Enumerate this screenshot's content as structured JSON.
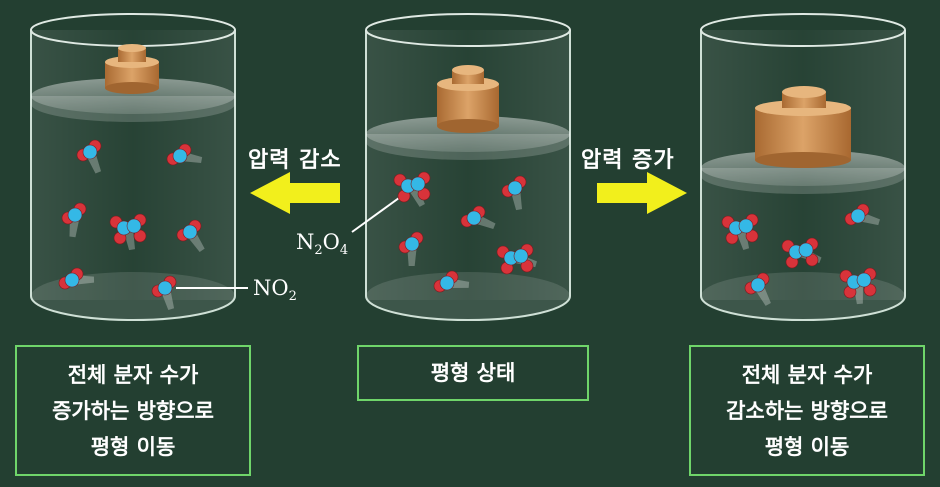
{
  "arrows": {
    "left_label": "압력 감소",
    "right_label": "압력 증가",
    "color": "#f2ef1c"
  },
  "labels": {
    "n2o4_main": "N",
    "n2o4_sub1": "2",
    "n2o4_mid": "O",
    "n2o4_sub2": "4",
    "no2_main": "NO",
    "no2_sub": "2"
  },
  "captions": {
    "left": [
      "전체 분자 수가",
      "증가하는 방향으로",
      "평형 이동"
    ],
    "center": [
      "평형 상태"
    ],
    "right": [
      "전체 분자 수가",
      "감소하는 방향으로",
      "평형 이동"
    ]
  },
  "colors": {
    "background": "#233f31",
    "box_border": "#6fd56a",
    "weight": "#c98b4f",
    "nitrogen": "#34b8e6",
    "oxygen": "#d8333a"
  }
}
